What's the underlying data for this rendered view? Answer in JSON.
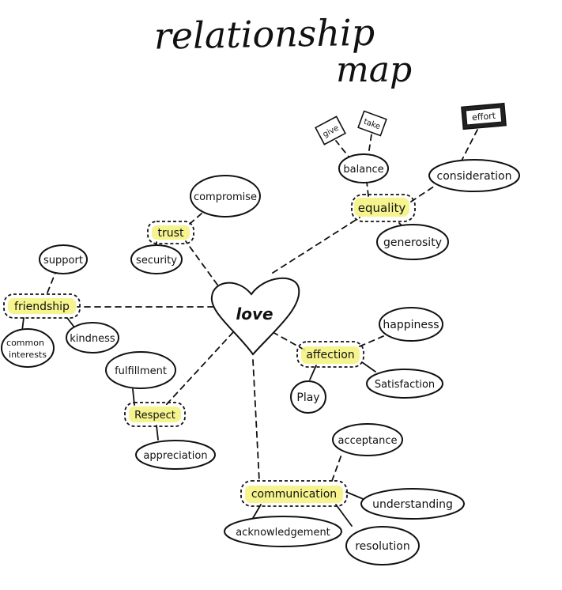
{
  "title": {
    "line1": "relationship",
    "line2": "map"
  },
  "center": "love",
  "nodes": {
    "give": "give",
    "take": "take",
    "effort": "effort",
    "balance": "balance",
    "consideration": "consideration",
    "equality": "equality",
    "generosity": "generosity",
    "compromise": "compromise",
    "trust": "trust",
    "security": "security",
    "support": "support",
    "friendship": "friendship",
    "common_interests_line1": "common",
    "common_interests_line2": "interests",
    "kindness": "kindness",
    "happiness": "happiness",
    "affection": "affection",
    "play": "Play",
    "satisfaction": "Satisfaction",
    "fulfillment": "fulfillment",
    "respect": "Respect",
    "appreciation": "appreciation",
    "acceptance": "acceptance",
    "communication": "communication",
    "understanding": "understanding",
    "acknowledgement": "acknowledgement",
    "resolution": "resolution"
  },
  "colors": {
    "highlight": "#f4f27a",
    "ink": "#111111",
    "tag_fill": "#222222"
  }
}
